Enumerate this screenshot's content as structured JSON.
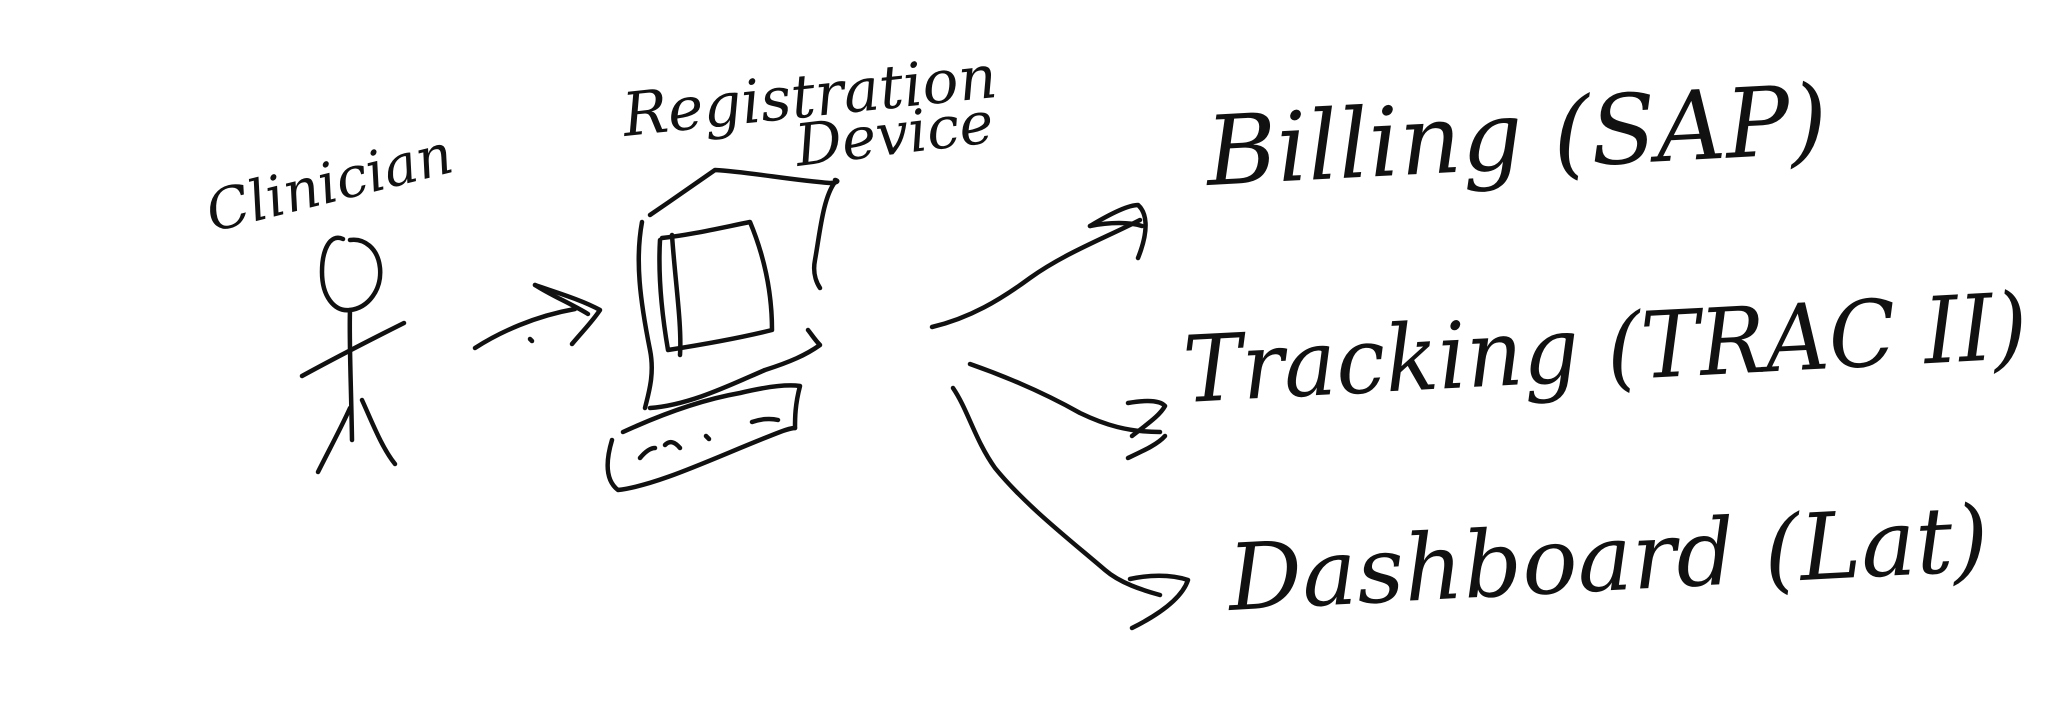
{
  "diagram": {
    "background_color": "#ffffff",
    "ink_color": "#111111",
    "actor": {
      "label": "Clinician",
      "icon": "stick-figure-icon"
    },
    "device": {
      "label_line1": "Registration",
      "label_line2": "Device",
      "icon": "desktop-computer-icon"
    },
    "destinations": [
      {
        "label": "Billing (SAP)"
      },
      {
        "label": "Tracking (TRAC II)"
      },
      {
        "label": "Dashboard (Lat)"
      }
    ]
  }
}
